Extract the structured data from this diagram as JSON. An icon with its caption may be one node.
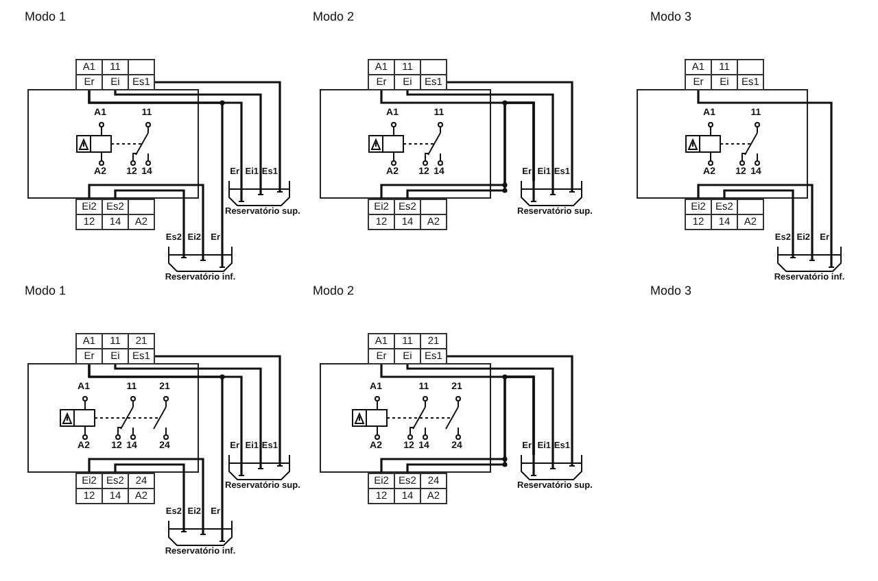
{
  "diagram": {
    "nodes": [
      {
        "text": [
          "A1"
        ]
      },
      {
        "text": [
          "11"
        ]
      },
      {
        "text": [],
        "shape": "box"
      },
      {
        "text": [
          "Er"
        ]
      },
      {
        "text": [
          "Ei"
        ]
      },
      {
        "text": [
          "Es1"
        ]
      },
      {
        "text": [
          "Ei2"
        ]
      },
      {
        "text": [
          "Es2"
        ]
      },
      {
        "text": [],
        "shape": "box"
      },
      {
        "text": [
          "12"
        ]
      },
      {
        "text": [
          "14"
        ]
      },
      {
        "text": [
          "A2"
        ]
      },
      {
        "text": [
          "Reservatório sup."
        ],
        "beside": [
          "Er",
          "Ei1",
          "Es1"
        ]
      },
      {
        "text": [
          "Reservatório inf."
        ],
        "beside": [
          "Es2",
          "Ei2",
          "Er"
        ]
      },
      {
        "text": [
          "A1"
        ]
      },
      {
        "text": [
          "11"
        ]
      },
      {
        "text": [],
        "shape": "box"
      },
      {
        "text": [
          "Er"
        ]
      },
      {
        "text": [
          "Ei"
        ]
      },
      {
        "text": [
          "Es1"
        ]
      },
      {
        "text": [
          "Ei2"
        ]
      },
      {
        "text": [
          "Es2"
        ]
      },
      {
        "text": [],
        "shape": "box"
      },
      {
        "text": [
          "12"
        ]
      },
      {
        "text": [
          "14"
        ]
      },
      {
        "text": [
          "A2"
        ]
      },
      {
        "text": [
          "Reservatório sup."
        ],
        "beside": [
          "Er",
          "Ei1",
          "Es1"
        ]
      },
      {
        "text": [
          "A1"
        ]
      },
      {
        "text": [
          "11"
        ]
      },
      {
        "text": [],
        "shape": "box"
      },
      {
        "text": [
          "Er"
        ]
      },
      {
        "text": [
          "Ei"
        ]
      },
      {
        "text": [
          "Es1"
        ]
      },
      {
        "text": [
          "Ei2"
        ]
      },
      {
        "text": [
          "Es2"
        ]
      },
      {
        "text": [],
        "shape": "box"
      },
      {
        "text": [
          "12"
        ]
      },
      {
        "text": [
          "14"
        ]
      },
      {
        "text": [
          "A2"
        ]
      },
      {
        "text": [
          "Reservatório inf."
        ],
        "beside": [
          "Es2",
          "Ei2",
          "Er"
        ]
      },
      {
        "text": [
          "A1"
        ]
      },
      {
        "text": [
          "11"
        ]
      },
      {
        "text": [
          "21"
        ]
      },
      {
        "text": [
          "Er"
        ]
      },
      {
        "text": [
          "Ei"
        ]
      },
      {
        "text": [
          "Es1"
        ]
      },
      {
        "text": [
          "Ei2"
        ]
      },
      {
        "text": [
          "Es2"
        ]
      },
      {
        "text": [
          "24"
        ]
      },
      {
        "text": [
          "12"
        ]
      },
      {
        "text": [
          "14"
        ]
      },
      {
        "text": [
          "A2"
        ]
      },
      {
        "text": [
          "Reservatório sup."
        ],
        "beside": [
          "Er",
          "Ei1",
          "Es1"
        ]
      },
      {
        "text": [
          "Reservatório inf."
        ],
        "beside": [
          "Es2",
          "Ei2",
          "Er"
        ]
      },
      {
        "text": [
          "A1"
        ]
      },
      {
        "text": [
          "11"
        ]
      },
      {
        "text": [
          "21"
        ]
      },
      {
        "text": [
          "Er"
        ]
      },
      {
        "text": [
          "Ei"
        ]
      },
      {
        "text": [
          "Es1"
        ]
      },
      {
        "text": [
          "Ei2"
        ]
      },
      {
        "text": [
          "Es2"
        ]
      },
      {
        "text": [
          "24"
        ]
      },
      {
        "text": [
          "12"
        ]
      },
      {
        "text": [
          "14"
        ]
      },
      {
        "text": [
          "A2"
        ]
      },
      {
        "text": [
          "Reservatório sup."
        ],
        "beside": [
          "Er",
          "Ei1",
          "Es1"
        ]
      }
    ],
    "edges": [
      {
        "from": 3,
        "to": 12,
        "arrow": "none"
      },
      {
        "from": 4,
        "to": 12,
        "arrow": "none"
      },
      {
        "from": 5,
        "to": 12,
        "arrow": "none"
      },
      {
        "from": 3,
        "to": 13,
        "arrow": "none"
      },
      {
        "from": 6,
        "to": 13,
        "arrow": "none"
      },
      {
        "from": 7,
        "to": 13,
        "arrow": "none"
      },
      {
        "from": 17,
        "to": 26,
        "arrow": "none"
      },
      {
        "from": 18,
        "to": 26,
        "arrow": "none"
      },
      {
        "from": 19,
        "to": 26,
        "arrow": "none"
      },
      {
        "from": 20,
        "to": 26,
        "arrow": "none"
      },
      {
        "from": 21,
        "to": 26,
        "arrow": "none"
      },
      {
        "from": 30,
        "to": 39,
        "arrow": "none"
      },
      {
        "from": 33,
        "to": 39,
        "arrow": "none"
      },
      {
        "from": 34,
        "to": 39,
        "arrow": "none"
      },
      {
        "from": 43,
        "to": 52,
        "arrow": "none"
      },
      {
        "from": 44,
        "to": 52,
        "arrow": "none"
      },
      {
        "from": 45,
        "to": 52,
        "arrow": "none"
      },
      {
        "from": 43,
        "to": 53,
        "arrow": "none"
      },
      {
        "from": 46,
        "to": 53,
        "arrow": "none"
      },
      {
        "from": 47,
        "to": 53,
        "arrow": "none"
      },
      {
        "from": 57,
        "to": 66,
        "arrow": "none"
      },
      {
        "from": 58,
        "to": 66,
        "arrow": "none"
      },
      {
        "from": 59,
        "to": 66,
        "arrow": "none"
      },
      {
        "from": 60,
        "to": 66,
        "arrow": "none"
      },
      {
        "from": 61,
        "to": 66,
        "arrow": "none"
      }
    ],
    "labels": [
      "Modo 1",
      "Modo 2",
      "Modo 3",
      "Modo 1",
      "Modo 2",
      "Modo 3",
      "A1",
      "11",
      "A2",
      "12",
      "14",
      "A1",
      "11",
      "A2",
      "12",
      "14",
      "A1",
      "11",
      "A2",
      "12",
      "14",
      "A1",
      "11",
      "21",
      "A2",
      "12",
      "14",
      "24",
      "A1",
      "11",
      "21",
      "A2",
      "12",
      "14",
      "24"
    ]
  }
}
